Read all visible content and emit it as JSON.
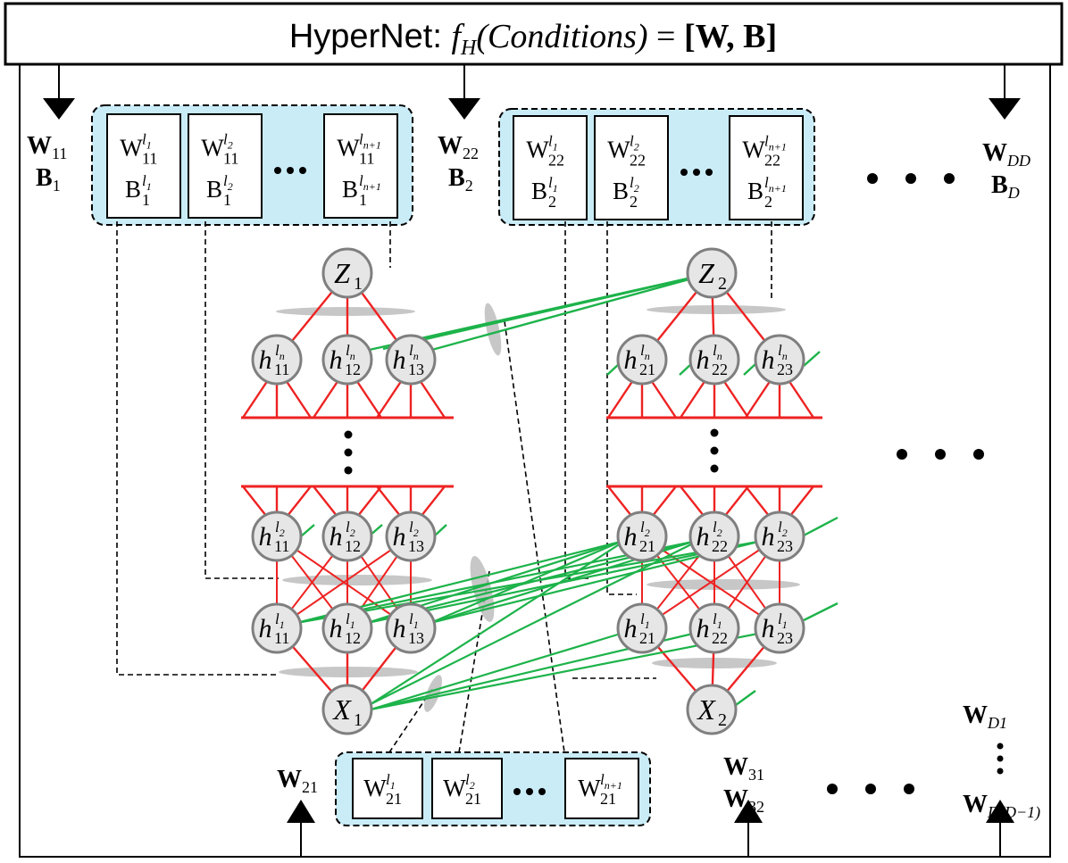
{
  "header": {
    "prefix": "HyperNet: ",
    "func": "f",
    "func_sub": "H",
    "arg": "(Conditions)",
    "eq": " = ",
    "result": "[W, B]"
  },
  "blocks": {
    "block1": {
      "label_w": "W",
      "label_w_sub": "11",
      "label_b": "B",
      "label_b_sub": "1",
      "cells": [
        {
          "w": "W",
          "w_sub": "11",
          "b": "B",
          "b_sub": "1",
          "sup": "l",
          "sup_sub": "1"
        },
        {
          "w": "W",
          "w_sub": "11",
          "b": "B",
          "b_sub": "1",
          "sup": "l",
          "sup_sub": "2"
        },
        {
          "w": "W",
          "w_sub": "11",
          "b": "B",
          "b_sub": "1",
          "sup": "l",
          "sup_sub": "n+1"
        }
      ]
    },
    "block2": {
      "label_w": "W",
      "label_w_sub": "22",
      "label_b": "B",
      "label_b_sub": "2",
      "cells": [
        {
          "w": "W",
          "w_sub": "22",
          "b": "B",
          "b_sub": "2",
          "sup": "l",
          "sup_sub": "1"
        },
        {
          "w": "W",
          "w_sub": "22",
          "b": "B",
          "b_sub": "2",
          "sup": "l",
          "sup_sub": "2"
        },
        {
          "w": "W",
          "w_sub": "22",
          "b": "B",
          "b_sub": "2",
          "sup": "l",
          "sup_sub": "n+1"
        }
      ]
    },
    "blockD": {
      "label_w": "W",
      "label_w_sub": "DD",
      "label_b": "B",
      "label_b_sub": "D"
    },
    "block21": {
      "label_w": "W",
      "label_w_sub": "21",
      "cells": [
        {
          "w": "W",
          "w_sub": "21",
          "sup": "l",
          "sup_sub": "1"
        },
        {
          "w": "W",
          "w_sub": "21",
          "sup": "l",
          "sup_sub": "2"
        },
        {
          "w": "W",
          "w_sub": "21",
          "sup": "l",
          "sup_sub": "n+1"
        }
      ]
    },
    "bottom_labels": {
      "w31": {
        "w": "W",
        "sub": "31"
      },
      "w32": {
        "w": "W",
        "sub": "32"
      },
      "wD1": {
        "w": "W",
        "sub": "D1"
      },
      "wDD1": {
        "w": "W",
        "sub": "D(D−1)"
      }
    }
  },
  "networks": {
    "net1": {
      "top": {
        "sym": "Z",
        "sub": "1"
      },
      "bottom": {
        "sym": "X",
        "sub": "1"
      },
      "ln_nodes": [
        {
          "sym": "h",
          "sup": "l",
          "sup_sub": "n",
          "sub": "11"
        },
        {
          "sym": "h",
          "sup": "l",
          "sup_sub": "n",
          "sub": "12"
        },
        {
          "sym": "h",
          "sup": "l",
          "sup_sub": "n",
          "sub": "13"
        }
      ],
      "l2_nodes": [
        {
          "sym": "h",
          "sup": "l",
          "sup_sub": "2",
          "sub": "11"
        },
        {
          "sym": "h",
          "sup": "l",
          "sup_sub": "2",
          "sub": "12"
        },
        {
          "sym": "h",
          "sup": "l",
          "sup_sub": "2",
          "sub": "13"
        }
      ],
      "l1_nodes": [
        {
          "sym": "h",
          "sup": "l",
          "sup_sub": "1",
          "sub": "11"
        },
        {
          "sym": "h",
          "sup": "l",
          "sup_sub": "1",
          "sub": "12"
        },
        {
          "sym": "h",
          "sup": "l",
          "sup_sub": "1",
          "sub": "13"
        }
      ]
    },
    "net2": {
      "top": {
        "sym": "Z",
        "sub": "2"
      },
      "bottom": {
        "sym": "X",
        "sub": "2"
      },
      "ln_nodes": [
        {
          "sym": "h",
          "sup": "l",
          "sup_sub": "n",
          "sub": "21"
        },
        {
          "sym": "h",
          "sup": "l",
          "sup_sub": "n",
          "sub": "22"
        },
        {
          "sym": "h",
          "sup": "l",
          "sup_sub": "n",
          "sub": "23"
        }
      ],
      "l2_nodes": [
        {
          "sym": "h",
          "sup": "l",
          "sup_sub": "2",
          "sub": "21"
        },
        {
          "sym": "h",
          "sup": "l",
          "sup_sub": "2",
          "sub": "22"
        },
        {
          "sym": "h",
          "sup": "l",
          "sup_sub": "2",
          "sub": "23"
        }
      ],
      "l1_nodes": [
        {
          "sym": "h",
          "sup": "l",
          "sup_sub": "1",
          "sub": "21"
        },
        {
          "sym": "h",
          "sup": "l",
          "sup_sub": "1",
          "sub": "22"
        },
        {
          "sym": "h",
          "sup": "l",
          "sup_sub": "1",
          "sub": "23"
        }
      ]
    }
  },
  "colors": {
    "panel_fill": "#c9ecf7",
    "node_fill": "#e6e6e6",
    "node_stroke": "#7f7f7f",
    "red": "#ee2222",
    "green": "#1db34a",
    "gray_ellipse": "#bdbdbd"
  },
  "icons": [
    "down-arrow-icon",
    "up-arrow-icon",
    "ellipsis-icon"
  ]
}
